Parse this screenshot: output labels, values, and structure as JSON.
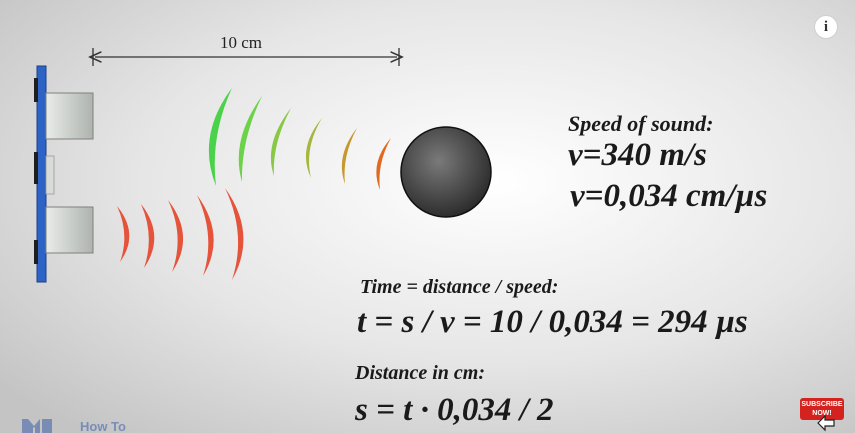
{
  "diagram": {
    "distance_label": "10 cm",
    "speed_heading": "Speed of sound:",
    "speed_formula_1": "v=340 m/s",
    "speed_formula_2": "v=0,034 cm/µs",
    "time_heading": "Time = distance / speed:",
    "time_formula": "t = s / v = 10 / 0,034 = 294 µs",
    "distance_heading": "Distance in cm:",
    "distance_formula": "s = t · 0,034 / 2"
  },
  "overlay": {
    "info_label": "i",
    "subscribe_line_1": "SUBSCRIBE",
    "subscribe_line_2": "NOW!",
    "brand_text": "How To"
  },
  "colors": {
    "sensor_board": "#2e63c6",
    "reflected_wave_start": "#49d24a",
    "reflected_wave_end": "#e06a22",
    "emitted_wave": "#e5533b",
    "object_sphere": "#4a4a4a"
  },
  "icons": [
    "info-icon",
    "cursor-icon",
    "brand-logo"
  ]
}
